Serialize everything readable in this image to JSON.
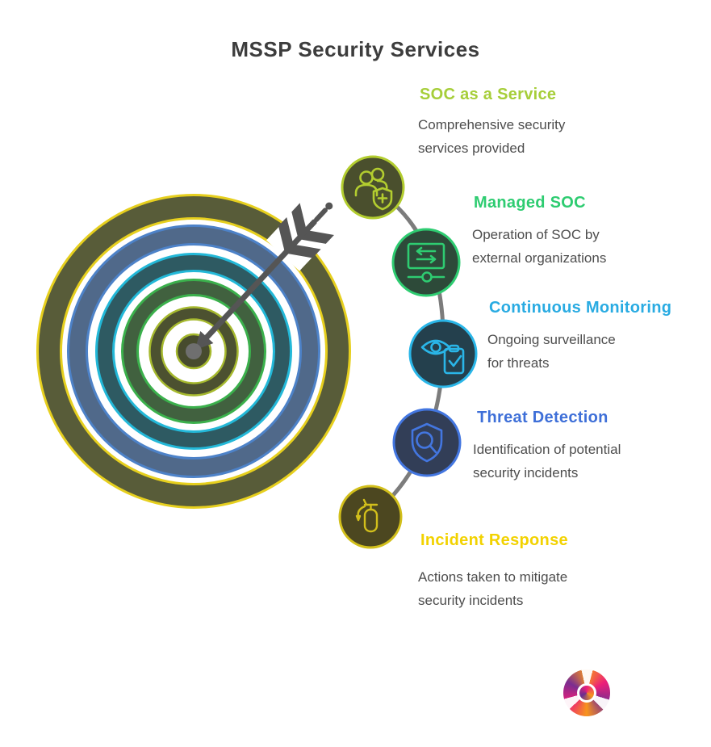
{
  "title": "MSSP Security Services",
  "title_color": "#3d3d3d",
  "steps": [
    {
      "heading": "SOC as a Service",
      "description_line1": "Comprehensive security",
      "description_line2": "services provided",
      "accent_color": "#a6ce39",
      "icon": "team-shield-plus-icon"
    },
    {
      "heading": "Managed SOC",
      "description_line1": "Operation of SOC by",
      "description_line2": "external organizations",
      "accent_color": "#2ecc71",
      "icon": "control-panel-transfer-icon"
    },
    {
      "heading": "Continuous Monitoring",
      "description_line1": "Ongoing surveillance",
      "description_line2": "for threats",
      "accent_color": "#29abe2",
      "icon": "eye-checklist-icon"
    },
    {
      "heading": "Threat Detection",
      "description_line1": "Identification of potential",
      "description_line2": "security incidents",
      "accent_color": "#3e6fd8",
      "icon": "shield-magnifier-icon"
    },
    {
      "heading": "Incident Response",
      "description_line1": "Actions taken to mitigate",
      "description_line2": "security incidents",
      "accent_color": "#f2d200",
      "icon": "fire-extinguisher-icon"
    }
  ],
  "graphics": {
    "target": {
      "ring_outer_fill": "#585c39",
      "ring_outer_edge": "#e6cf1e",
      "ring2_fill": "#50698a",
      "ring2_edge": "#4d82c8",
      "ring3_fill": "#2e5a62",
      "ring3_edge": "#23b8d8",
      "ring4_fill": "#41613f",
      "ring4_edge": "#3bb04c",
      "ring_center_fill": "#4c5130",
      "ring_center_edge": "#a6b92e",
      "bullseye_dot": "#6f6f6f"
    },
    "arrow_color": "#555555",
    "connector_color": "#7c7c7c",
    "node_fills": [
      "#4a4f2d",
      "#2d4a39",
      "#24404d",
      "#323e57",
      "#4c4720"
    ],
    "node_borders": [
      "#b3cd2f",
      "#2ecc71",
      "#2ab6e8",
      "#4376e0",
      "#d2bf1b"
    ]
  },
  "logo": {
    "icon": "brand-swirl-logo"
  }
}
